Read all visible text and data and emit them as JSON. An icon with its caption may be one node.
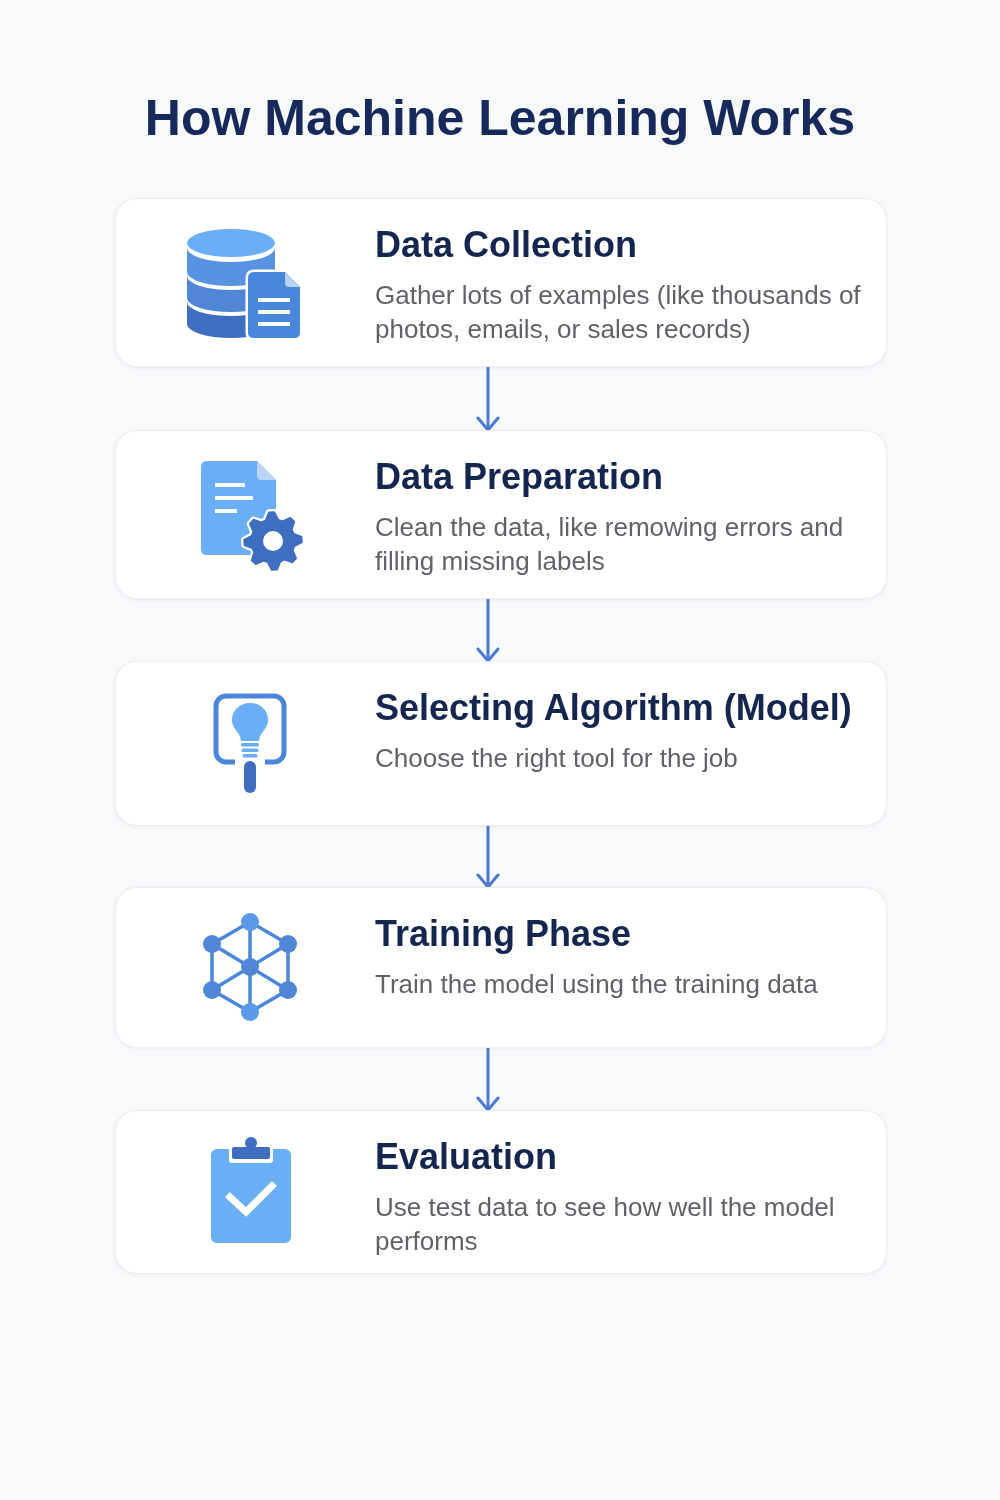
{
  "diagram": {
    "title": "How Machine Learning Works",
    "nodes": [
      {
        "text": [
          "Data Collection",
          "Gather lots of examples (like thousands of photos, emails, or sales records)"
        ]
      },
      {
        "text": [
          "Data Preparation",
          "Clean the data, like remowing errors and filling missing labels"
        ]
      },
      {
        "text": [
          "Selecting Algorithm (Model)",
          "Choose the right tool for the job"
        ]
      },
      {
        "text": [
          "Training Phase",
          "Train the model using the training data"
        ]
      },
      {
        "text": [
          "Evaluation",
          "Use test data to see how well the model performs"
        ]
      }
    ],
    "edges": [
      {
        "from": 0,
        "to": 1,
        "arrow": "to"
      },
      {
        "from": 1,
        "to": 2,
        "arrow": "to"
      },
      {
        "from": 2,
        "to": 3,
        "arrow": "to"
      },
      {
        "from": 3,
        "to": 4,
        "arrow": "to"
      }
    ]
  }
}
